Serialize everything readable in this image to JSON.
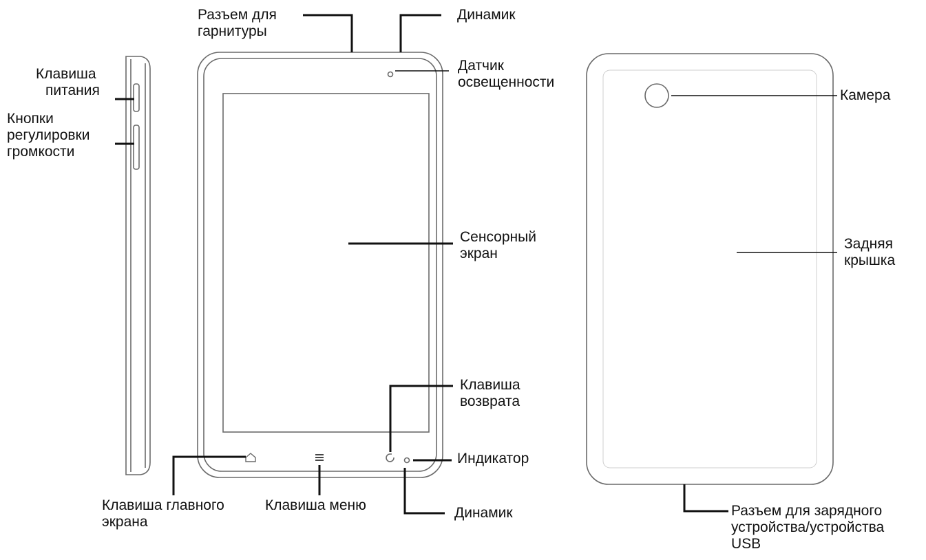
{
  "labels": {
    "power_key": [
      "Клавиша",
      "питания"
    ],
    "volume_buttons": [
      "Кнопки",
      "регулировки",
      "громкости"
    ],
    "headset_jack": [
      "Разъем для",
      "гарнитуры"
    ],
    "speaker_top": [
      "Динамик"
    ],
    "light_sensor": [
      "Датчик",
      "освещенности"
    ],
    "touch_screen": [
      "Сенсорный",
      "экран"
    ],
    "back_key": [
      "Клавиша",
      "возврата"
    ],
    "indicator": [
      "Индикатор"
    ],
    "home_key": [
      "Клавиша главного",
      "экрана"
    ],
    "menu_key": [
      "Клавиша меню"
    ],
    "speaker_bottom": [
      "Динамик"
    ],
    "camera": [
      "Камера"
    ],
    "back_cover": [
      "Задняя",
      "крышка"
    ],
    "charger_usb_port": [
      "Разъем для зарядного",
      "устройства/устройства",
      "USB"
    ]
  },
  "colors": {
    "outline": "#6a6a6a",
    "leader": "#111111",
    "background": "#ffffff"
  }
}
